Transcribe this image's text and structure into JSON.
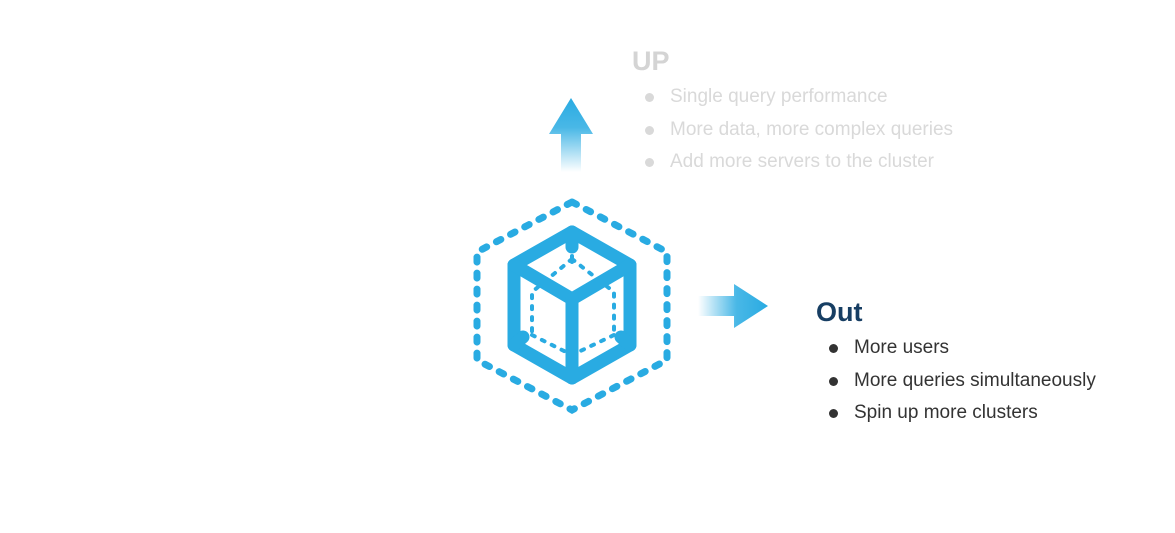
{
  "colors": {
    "accent": "#29abe2",
    "up_text": "#d9d9d9",
    "out_title": "#173e63",
    "out_text": "#333333"
  },
  "icons": {
    "scale_graphic": "dashed-hexagon-cube-icon",
    "up_arrow": "arrow-up-icon",
    "right_arrow": "arrow-right-icon"
  },
  "up": {
    "title": "UP",
    "items": [
      "Single query performance",
      "More data, more complex queries",
      "Add more servers to the cluster"
    ]
  },
  "out": {
    "title": "Out",
    "items": [
      "More users",
      "More queries simultaneously",
      "Spin up more clusters"
    ]
  }
}
